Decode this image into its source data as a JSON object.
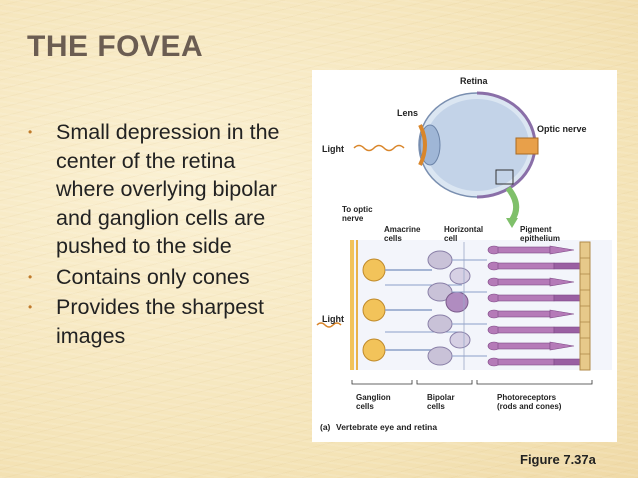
{
  "slide": {
    "title": "THE FOVEA",
    "bullets": [
      "Small depression in the center of the retina where overlying bipolar and ganglion cells are pushed to the side",
      "Contains only cones",
      "Provides the sharpest images"
    ],
    "figure_caption": "Figure 7.37a"
  },
  "diagram": {
    "labels": {
      "retina": "Retina",
      "lens": "Lens",
      "optic_nerve": "Optic nerve",
      "light_top": "Light",
      "to_optic_nerve_1": "To optic",
      "to_optic_nerve_2": "nerve",
      "amacrine_1": "Amacrine",
      "amacrine_2": "cells",
      "horizontal_1": "Horizontal",
      "horizontal_2": "cell",
      "pigment_1": "Pigment",
      "pigment_2": "epithelium",
      "light_side": "Light",
      "ganglion_1": "Ganglion",
      "ganglion_2": "cells",
      "bipolar_1": "Bipolar",
      "bipolar_2": "cells",
      "photoreceptors_1": "Photoreceptors",
      "photoreceptors_2": "(rods and cones)",
      "panel_letter": "(a)",
      "panel_caption": "Vertebrate eye and retina"
    }
  },
  "colors": {
    "title": "#6b5d52",
    "bullet_marker": "#c07a2a",
    "eyeball": "#9fb6d6",
    "ganglion": "#f2c35a",
    "bipolar": "#c9c2d8",
    "photoreceptor": "#b57ab8",
    "pigment": "#e7c98a"
  }
}
